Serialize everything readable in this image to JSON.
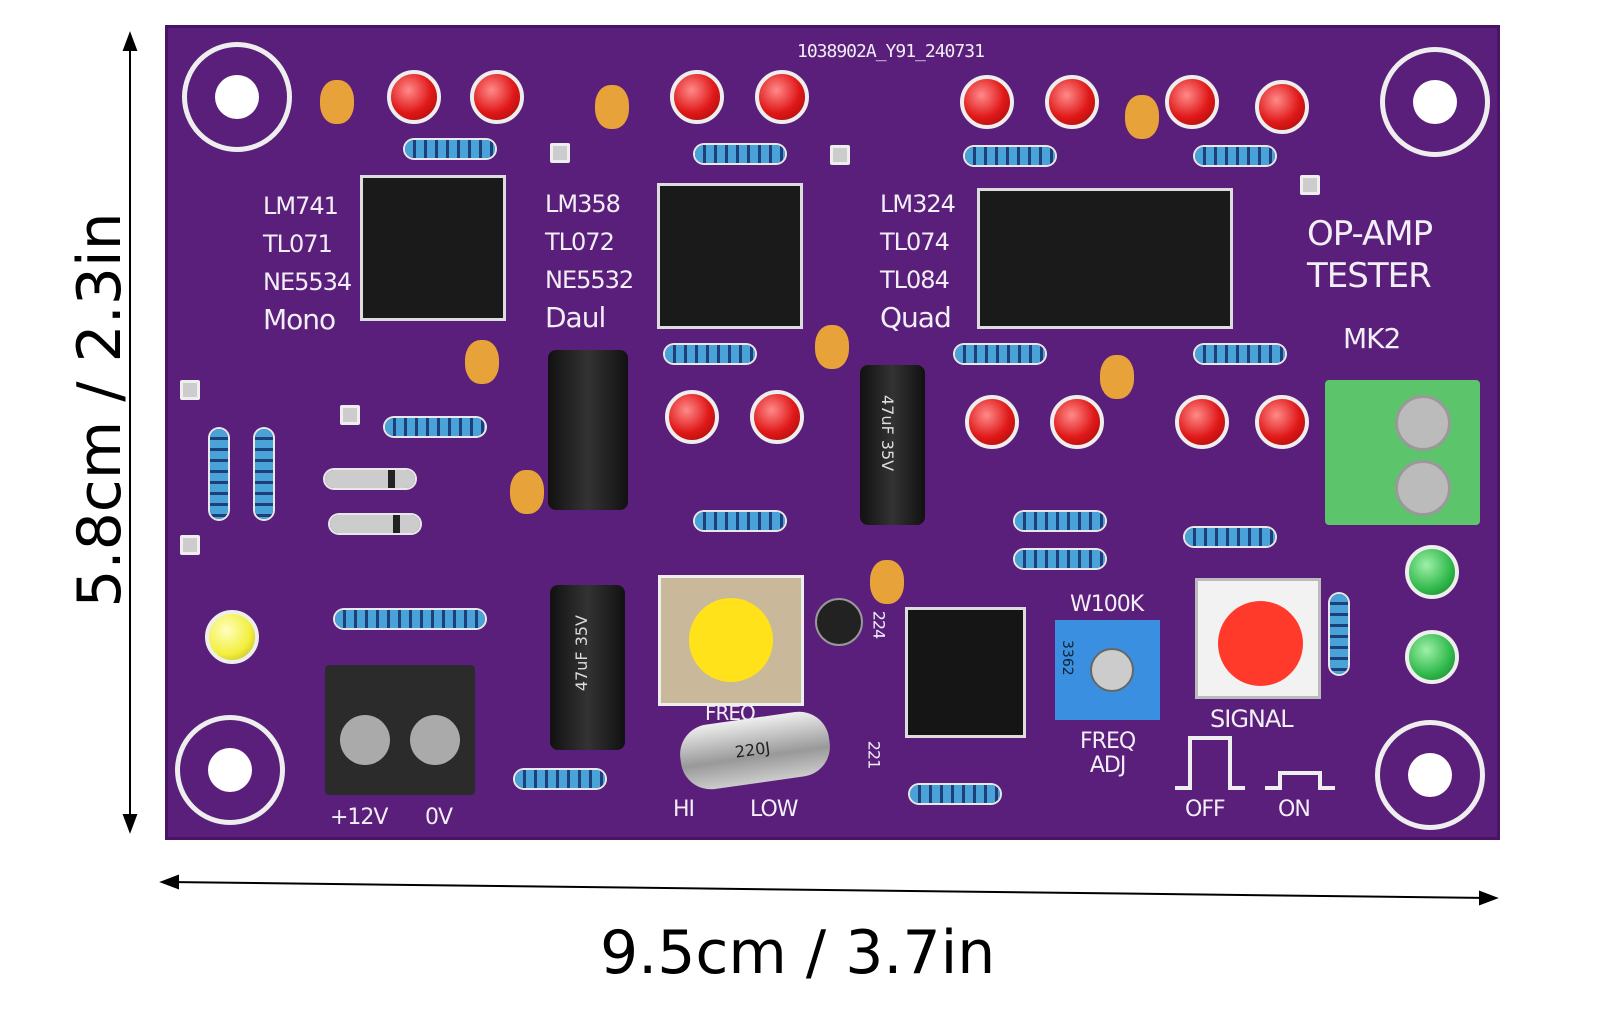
{
  "board": {
    "serial": "1038902A_Y91_240731",
    "title_line1": "OP-AMP",
    "title_line2": "TESTER",
    "version": "MK2",
    "mono_labels": [
      "LM741",
      "TL071",
      "NE5534",
      "Mono"
    ],
    "dual_labels": [
      "LM358",
      "TL072",
      "NE5532",
      "Daul"
    ],
    "quad_labels": [
      "LM324",
      "TL074",
      "TL084",
      "Quad"
    ],
    "freq_button_label": "FREQ",
    "signal_button_label": "SIGNAL",
    "pot_value": "W100K",
    "pot_marking": "3362",
    "pot_label_line1": "FREQ",
    "pot_label_line2": "ADJ",
    "switch_off": "OFF",
    "switch_on": "ON",
    "range_hi": "HI",
    "range_low": "LOW",
    "power_plus": "+12V",
    "power_zero": "0V",
    "inductor_marking": "220J",
    "cap_marking_1": "47uF 35V",
    "cap_marking_2": "47uF 35V",
    "ref_224": "224",
    "ref_221": "221"
  },
  "dimensions": {
    "width": "9.5cm / 3.7in",
    "height": "5.8cm / 2.3in"
  },
  "colors": {
    "pcb": "#5a1f7a",
    "led_red": "#e01818",
    "led_green": "#2fb84a",
    "led_yellow": "#f2ee3a",
    "button_yellow": "#ffe21a",
    "button_red": "#ff3a2a",
    "terminal_green": "#5cc46a",
    "pot_blue": "#3a8fe0"
  }
}
